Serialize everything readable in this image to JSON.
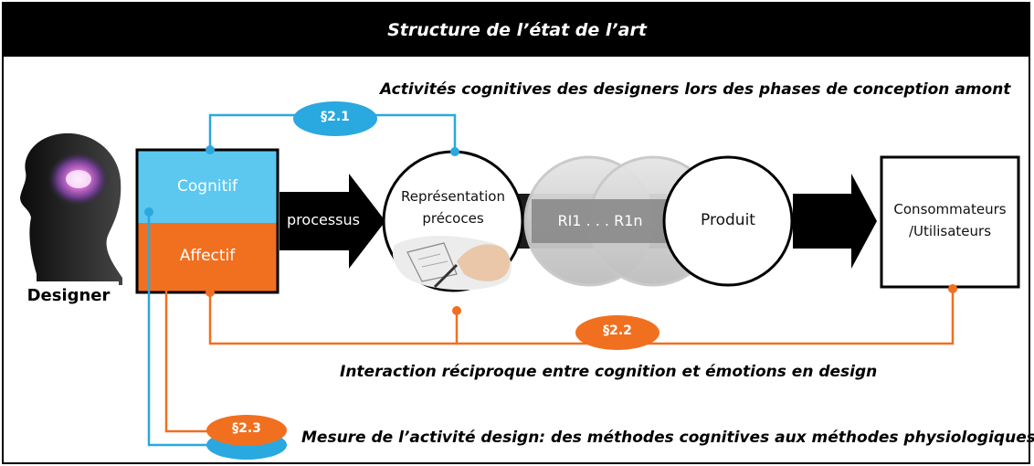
{
  "title": "Structure de l’état de l’art",
  "captions": {
    "cognitive_activities": "Activités cognitives des designers lors des phases de conception amont",
    "interaction": "Interaction réciproque entre cognition et émotions en design",
    "measure": "Mesure de l’activité design: des méthodes cognitives aux méthodes physiologiques"
  },
  "designer": {
    "label": "Designer"
  },
  "state_box": {
    "cognitive": "Cognitif",
    "affective": "Affectif"
  },
  "process": {
    "label": "processus"
  },
  "early_representation": {
    "line1": "Représentation",
    "line2": "précoces"
  },
  "intermediate": {
    "label": "RI1 . . . R1n"
  },
  "product": {
    "label": "Produit"
  },
  "consumers": {
    "line1": "Consommateurs",
    "line2": "/Utilisateurs"
  },
  "badges": {
    "s21": "§2.1",
    "s22": "§2.2",
    "s23": "§2.3"
  },
  "colors": {
    "blue": "#2aa8e0",
    "orange": "#f07020",
    "light_blue": "#5cc8f0",
    "black": "#000000"
  }
}
